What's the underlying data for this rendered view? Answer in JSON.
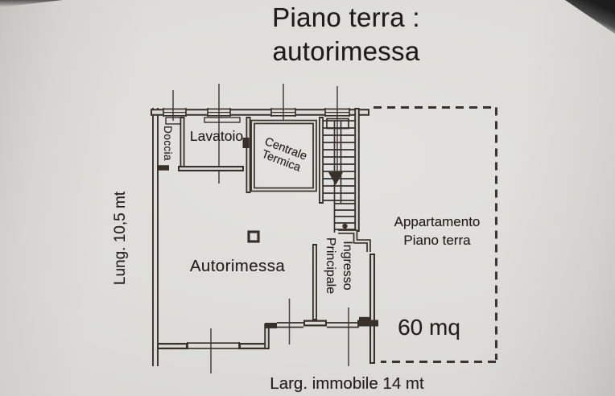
{
  "title": {
    "line1": "Piano terra :",
    "line2": "autorimessa"
  },
  "rooms": {
    "doccia": "Doccia",
    "lavatoio": "Lavatoio",
    "centrale_termica": {
      "line1": "Centrale",
      "line2": "Termica"
    },
    "autorimessa": "Autorimessa",
    "ingresso": {
      "line1": "Ingresso",
      "line2": "Principale"
    },
    "appartamento": {
      "line1": "Appartamento",
      "line2": "Piano terra"
    },
    "area_label": "60 mq"
  },
  "dimensions": {
    "length_label": "Lung. 10,5 mt",
    "width_label": "Larg. immobile 14 mt"
  },
  "colors": {
    "ink": "#37302b",
    "paper": "#dcdbd8",
    "label_ink": "#231f1c"
  }
}
